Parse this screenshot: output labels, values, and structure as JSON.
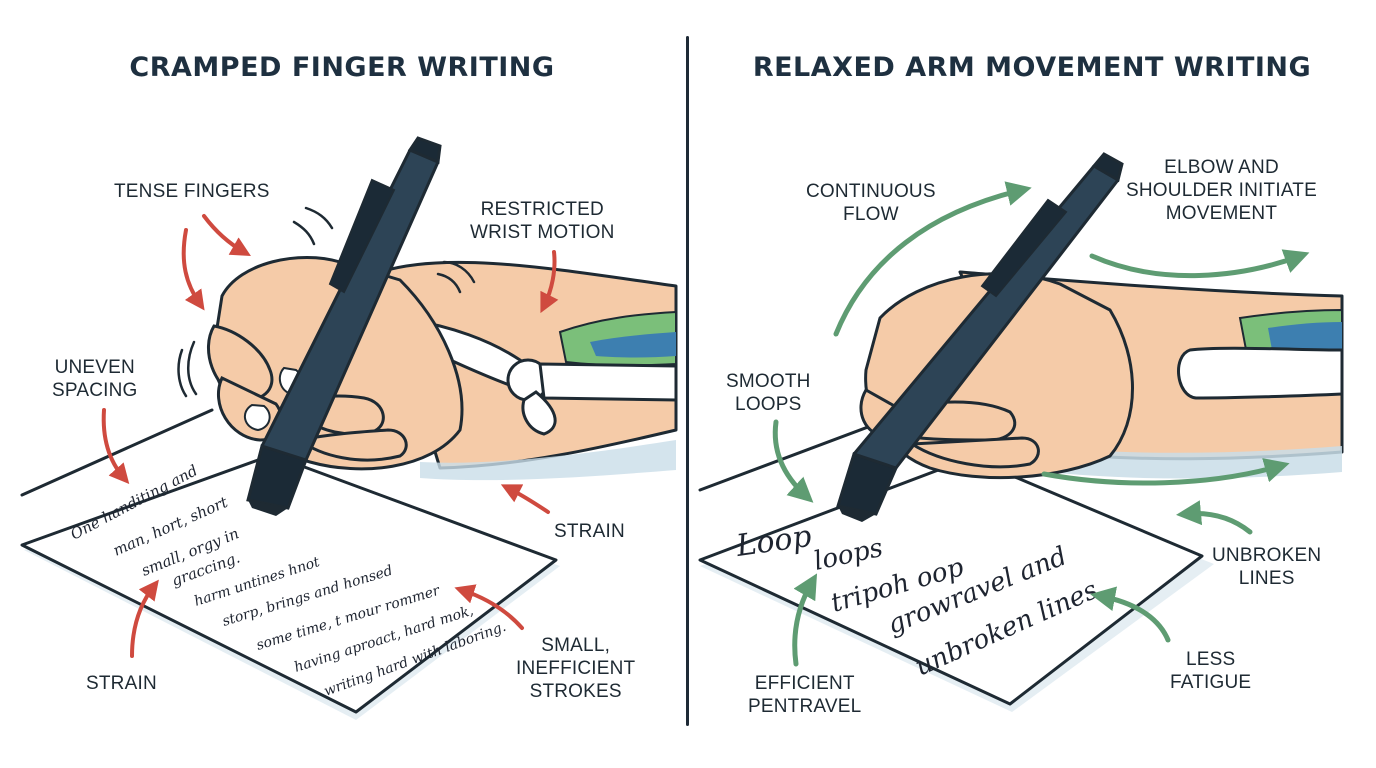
{
  "left_panel": {
    "title": "CRAMPED FINGER WRITING",
    "labels": {
      "tense_fingers": "TENSE FINGERS",
      "restricted_wrist": [
        "RESTRICTED",
        "WRIST MOTION"
      ],
      "uneven_spacing": [
        "UNEVEN",
        "SPACING"
      ],
      "strain_right": "STRAIN",
      "strain_bottom": "STRAIN",
      "small_strokes": [
        "SMALL,",
        "INEFFICIENT",
        "STROKES"
      ]
    },
    "handwriting": [
      "One handiting and",
      "man, hort, short",
      "small, orgy in",
      "graccing.",
      "harm untines hnot",
      "storp, brings and honsed",
      "some time, t mour rommer",
      "having aproact, hard mok,",
      "writing hard with laboring."
    ]
  },
  "right_panel": {
    "title": "RELAXED ARM MOVEMENT WRITING",
    "labels": {
      "continuous_flow": [
        "CONTINUOUS",
        "FLOW"
      ],
      "elbow_shoulder": [
        "ELBOW AND",
        "SHOULDER INITIATE",
        "MOVEMENT"
      ],
      "smooth_loops": [
        "SMOOTH",
        "LOOPS"
      ],
      "unbroken_lines": [
        "UNBROKEN",
        "LINES"
      ],
      "less_fatigue": [
        "LESS",
        "FATIGUE"
      ],
      "efficient_pentravel": [
        "EFFICIENT",
        "PENTRAVEL"
      ]
    },
    "handwriting": [
      "Loop",
      "loops",
      "tripoh oop",
      "growravel and",
      "unbroken lines"
    ]
  },
  "colors": {
    "red_arrow": "#cf4a3f",
    "green_arrow": "#5e9c72",
    "skin": "#f5cba8",
    "skin_shadow": "#e4a886",
    "bone": "#ffffff",
    "pen_body": "#2d4456",
    "pen_dark": "#1b2a36",
    "outline": "#1e2a33",
    "muscle_green": "#7bbf7a",
    "muscle_blue": "#3d7fb0",
    "paper_shadow": "#c9dde8"
  }
}
